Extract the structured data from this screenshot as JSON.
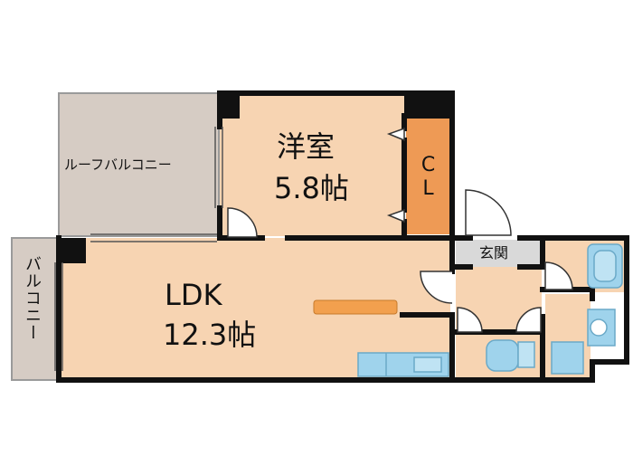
{
  "floor_plan": {
    "rooms": {
      "western_room": {
        "name": "洋室",
        "size": "5.8帖"
      },
      "ldk": {
        "name": "LDK",
        "size": "12.3帖"
      },
      "closet": {
        "label": "CL"
      },
      "entrance": {
        "label": "玄関"
      },
      "roof_balcony": {
        "label": "ルーフバルコニー"
      },
      "balcony": {
        "label": "バルコニー"
      }
    },
    "colors": {
      "room_fill": "#f7d4b2",
      "closet_fill": "#ee9a55",
      "roof_balcony_fill": "#d6ccc4",
      "balcony_fill": "#d6ccc4",
      "entrance_fill": "#d9d9d9",
      "fixture_fill": "#9fd3ec",
      "kitchen_counter_fill": "#f2a04e",
      "wall": "#111111"
    }
  }
}
